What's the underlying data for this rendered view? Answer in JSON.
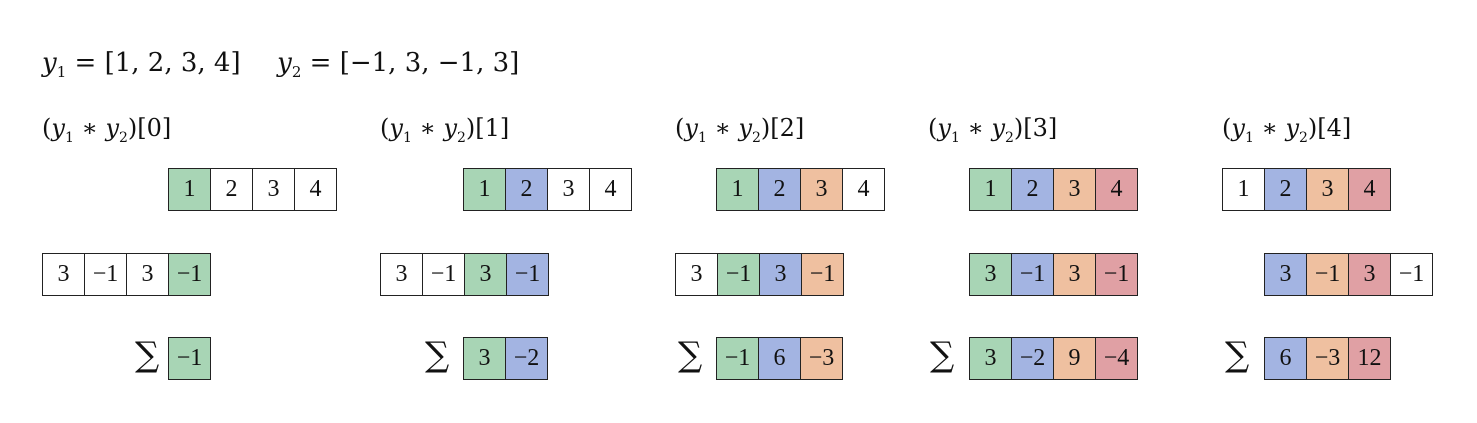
{
  "header": {
    "y1_name": "y",
    "y1_sub": "1",
    "y1_value": "= [1, 2, 3, 4]",
    "y2_name": "y",
    "y2_sub": "2",
    "y2_value": "= [−1, 3, −1, 3]"
  },
  "sum_symbol": "∑",
  "colors": {
    "green": "#a8d5b5",
    "blue": "#a3b4e2",
    "orange": "#efc0a0",
    "red": "#e0a0a4",
    "none": "#ffffff"
  },
  "steps": [
    {
      "title": {
        "open": "(",
        "a": "y",
        "a_sub": "1",
        "op": " ∗ ",
        "b": "y",
        "b_sub": "2",
        "close": ")[0]"
      },
      "top": [
        {
          "v": "1",
          "c": "green"
        },
        {
          "v": "2",
          "c": "none"
        },
        {
          "v": "3",
          "c": "none"
        },
        {
          "v": "4",
          "c": "none"
        }
      ],
      "middle": [
        {
          "v": "3",
          "c": "none"
        },
        {
          "v": "−1",
          "c": "none"
        },
        {
          "v": "3",
          "c": "none"
        },
        {
          "v": "−1",
          "c": "green"
        }
      ],
      "sum": [
        {
          "v": "−1",
          "c": "green"
        }
      ]
    },
    {
      "title": {
        "open": "(",
        "a": "y",
        "a_sub": "1",
        "op": " ∗ ",
        "b": "y",
        "b_sub": "2",
        "close": ")[1]"
      },
      "top": [
        {
          "v": "1",
          "c": "green"
        },
        {
          "v": "2",
          "c": "blue"
        },
        {
          "v": "3",
          "c": "none"
        },
        {
          "v": "4",
          "c": "none"
        }
      ],
      "middle": [
        {
          "v": "3",
          "c": "none"
        },
        {
          "v": "−1",
          "c": "none"
        },
        {
          "v": "3",
          "c": "green"
        },
        {
          "v": "−1",
          "c": "blue"
        }
      ],
      "sum": [
        {
          "v": "3",
          "c": "green"
        },
        {
          "v": "−2",
          "c": "blue"
        }
      ]
    },
    {
      "title": {
        "open": "(",
        "a": "y",
        "a_sub": "1",
        "op": " ∗ ",
        "b": "y",
        "b_sub": "2",
        "close": ")[2]"
      },
      "top": [
        {
          "v": "1",
          "c": "green"
        },
        {
          "v": "2",
          "c": "blue"
        },
        {
          "v": "3",
          "c": "orange"
        },
        {
          "v": "4",
          "c": "none"
        }
      ],
      "middle": [
        {
          "v": "3",
          "c": "none"
        },
        {
          "v": "−1",
          "c": "green"
        },
        {
          "v": "3",
          "c": "blue"
        },
        {
          "v": "−1",
          "c": "orange"
        }
      ],
      "sum": [
        {
          "v": "−1",
          "c": "green"
        },
        {
          "v": "6",
          "c": "blue"
        },
        {
          "v": "−3",
          "c": "orange"
        }
      ]
    },
    {
      "title": {
        "open": "(",
        "a": "y",
        "a_sub": "1",
        "op": " ∗ ",
        "b": "y",
        "b_sub": "2",
        "close": ")[3]"
      },
      "top": [
        {
          "v": "1",
          "c": "green"
        },
        {
          "v": "2",
          "c": "blue"
        },
        {
          "v": "3",
          "c": "orange"
        },
        {
          "v": "4",
          "c": "red"
        }
      ],
      "middle": [
        {
          "v": "3",
          "c": "green"
        },
        {
          "v": "−1",
          "c": "blue"
        },
        {
          "v": "3",
          "c": "orange"
        },
        {
          "v": "−1",
          "c": "red"
        }
      ],
      "sum": [
        {
          "v": "3",
          "c": "green"
        },
        {
          "v": "−2",
          "c": "blue"
        },
        {
          "v": "9",
          "c": "orange"
        },
        {
          "v": "−4",
          "c": "red"
        }
      ]
    },
    {
      "title": {
        "open": "(",
        "a": "y",
        "a_sub": "1",
        "op": " ∗ ",
        "b": "y",
        "b_sub": "2",
        "close": ")[4]"
      },
      "top": [
        {
          "v": "1",
          "c": "none"
        },
        {
          "v": "2",
          "c": "blue"
        },
        {
          "v": "3",
          "c": "orange"
        },
        {
          "v": "4",
          "c": "red"
        }
      ],
      "middle": [
        {
          "v": "3",
          "c": "blue"
        },
        {
          "v": "−1",
          "c": "orange"
        },
        {
          "v": "3",
          "c": "red"
        },
        {
          "v": "−1",
          "c": "none"
        }
      ],
      "sum": [
        {
          "v": "6",
          "c": "blue"
        },
        {
          "v": "−3",
          "c": "orange"
        },
        {
          "v": "12",
          "c": "red"
        }
      ]
    }
  ]
}
